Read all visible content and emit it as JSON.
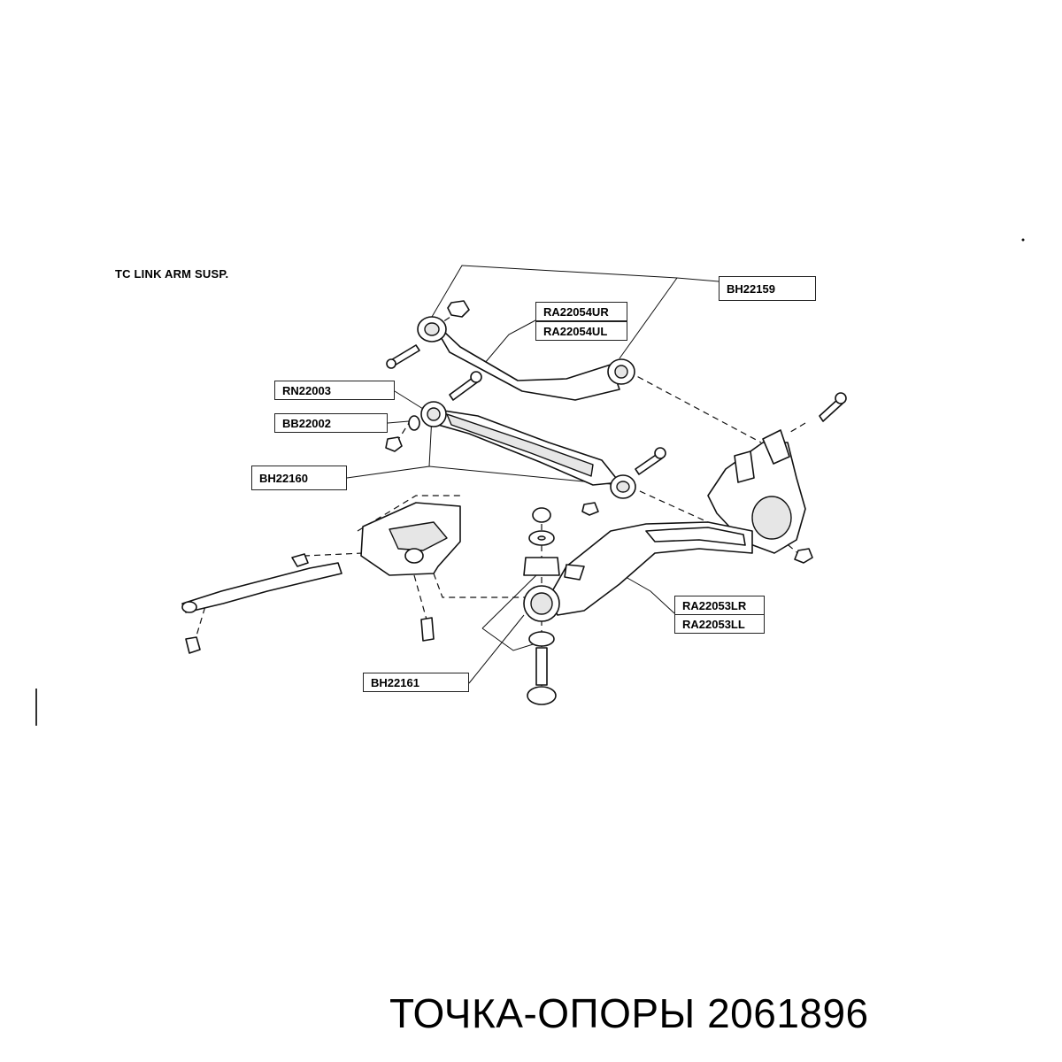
{
  "diagram": {
    "title": "TC LINK ARM SUSP.",
    "callouts": {
      "bh22159": "BH22159",
      "ra22054ur": "RA22054UR",
      "ra22054ul": "RA22054UL",
      "rn22003": "RN22003",
      "bb22002": "BB22002",
      "bh22160": "BH22160",
      "ra22053lr": "RA22053LR",
      "ra22053ll": "RA22053LL",
      "bh22161": "BH22161"
    }
  },
  "watermark": "ТОЧКА-ОПОРЫ 2061896"
}
